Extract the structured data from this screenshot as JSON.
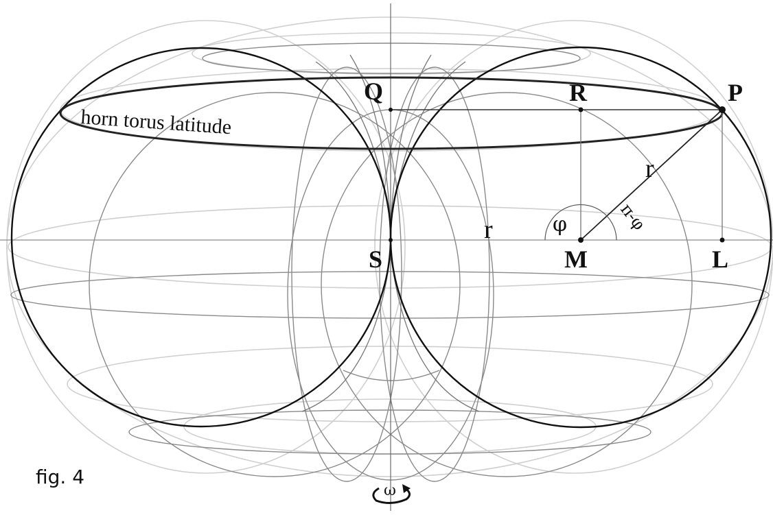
{
  "figure": {
    "caption": "fig. 4",
    "latitude_label": "horn torus latitude",
    "points": {
      "Q": "Q",
      "R": "R",
      "P": "P",
      "S": "S",
      "M": "M",
      "L": "L"
    },
    "radius_label": "r",
    "angle_label": "φ",
    "supplementary_angle_label": "π-φ",
    "rotation_label": "ω"
  },
  "colors": {
    "outline": "#111111",
    "guide": "#7a7a7a",
    "faint": "#c8c8c8"
  }
}
